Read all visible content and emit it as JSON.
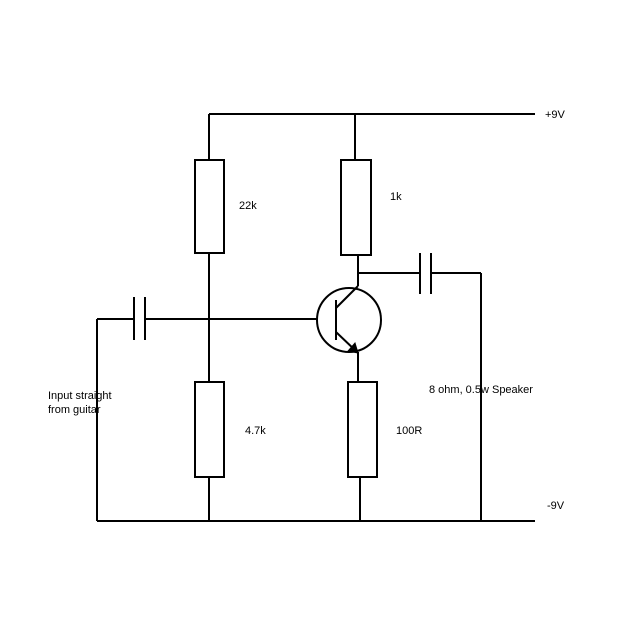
{
  "rails": {
    "positive": "+9V",
    "negative": "-9V"
  },
  "components": {
    "r_top_left": "22k",
    "r_bottom_left": "4.7k",
    "r_collector": "1k",
    "r_emitter": "100R"
  },
  "input_label": [
    "Input straight",
    "from guitar"
  ],
  "speaker_label": "8 ohm, 0.5w Speaker",
  "colors": {
    "ink": "#000000",
    "background": "#ffffff"
  }
}
